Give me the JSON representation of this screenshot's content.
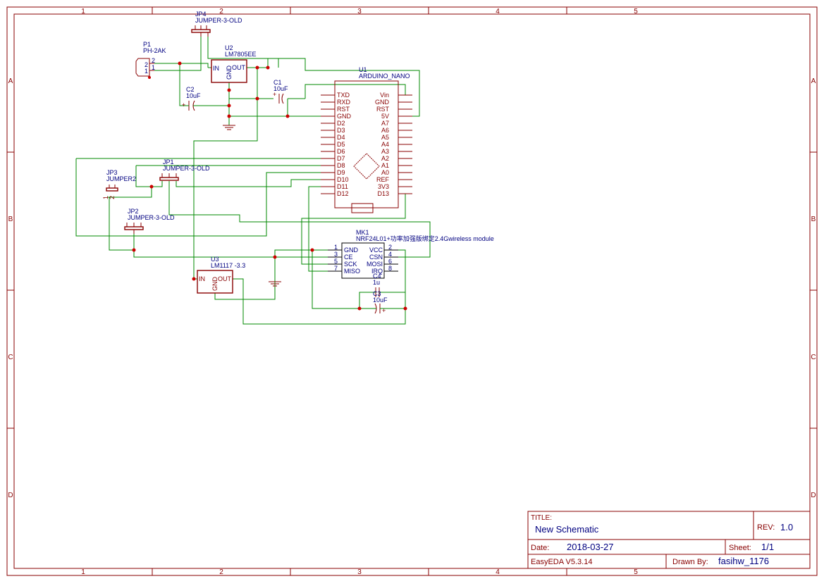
{
  "zones": {
    "cols": [
      "1",
      "2",
      "3",
      "4",
      "5"
    ],
    "rows": [
      "A",
      "B",
      "C",
      "D"
    ]
  },
  "components": {
    "p1": {
      "ref": "P1",
      "value": "PH-2AK",
      "pins": [
        "2",
        "1"
      ]
    },
    "u2": {
      "ref": "U2",
      "value": "LM7805EE",
      "pins": [
        "IN",
        "OUT",
        "GND"
      ]
    },
    "jp4": {
      "ref": "JP4",
      "value": "JUMPER-3-OLD"
    },
    "c2": {
      "ref": "C2",
      "value": "10uF",
      "polarity": "+"
    },
    "c1": {
      "ref": "C1",
      "value": "10uF",
      "polarity": "+"
    },
    "u1": {
      "ref": "U1",
      "value": "ARDUINO_NANO",
      "left_pins": [
        "TXD",
        "RXD",
        "RST",
        "GND",
        "D2",
        "D3",
        "D4",
        "D5",
        "D6",
        "D7",
        "D8",
        "D9",
        "D10",
        "D11",
        "D12"
      ],
      "right_pins": [
        "Vin",
        "GND",
        "RST",
        "5V",
        "A7",
        "A6",
        "A5",
        "A4",
        "A3",
        "A2",
        "A1",
        "A0",
        "REF",
        "3V3",
        "D13"
      ]
    },
    "jp1": {
      "ref": "JP1",
      "value": "JUMPER-3-OLD"
    },
    "jp3": {
      "ref": "JP3",
      "value": "JUMPER2",
      "pins": [
        "1",
        "2"
      ]
    },
    "jp2": {
      "ref": "JP2",
      "value": "JUMPER-3-OLD"
    },
    "mk1": {
      "ref": "MK1",
      "value": "NRF24L01+功率加强版绑定2.4Gwireless module",
      "left_pins": [
        {
          "num": "1",
          "name": "GND"
        },
        {
          "num": "3",
          "name": "CE"
        },
        {
          "num": "5",
          "name": "SCK"
        },
        {
          "num": "7",
          "name": "MISO"
        }
      ],
      "right_pins": [
        {
          "num": "2",
          "name": "VCC"
        },
        {
          "num": "4",
          "name": "CSN"
        },
        {
          "num": "6",
          "name": "MOSI"
        },
        {
          "num": "8",
          "name": "IRQ"
        }
      ]
    },
    "u3": {
      "ref": "U3",
      "value": "LM1117 -3.3",
      "pins": [
        "IN",
        "OUT",
        "GND"
      ]
    },
    "c4": {
      "ref": "C4",
      "value": "1u"
    },
    "c3": {
      "ref": "C3",
      "value": "10uF",
      "polarity": "+"
    }
  },
  "title_block": {
    "title_label": "TITLE:",
    "title": "New Schematic",
    "rev_label": "REV:",
    "rev": "1.0",
    "date_label": "Date:",
    "date": "2018-03-27",
    "sheet_label": "Sheet:",
    "sheet": "1/1",
    "tool": "EasyEDA V5.3.14",
    "drawn_by_label": "Drawn By:",
    "drawn_by": "fasihw_1176"
  }
}
